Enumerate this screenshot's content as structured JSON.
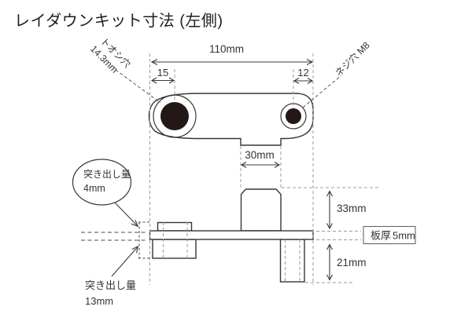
{
  "title": "レイダウンキット寸法 (左側)",
  "plan": {
    "total_width": "110mm",
    "left_edge_to_hole": "15",
    "hole_to_right_edge": "12",
    "tab_width": "30mm",
    "through_hole_label": "トオシ穴",
    "through_hole_dia": "14.3mm",
    "screw_hole_label": "ネジ穴  M8"
  },
  "side": {
    "block_height": "33mm",
    "bolt_length": "21mm",
    "plate_thickness_label": "板厚",
    "plate_thickness_value": "5mm",
    "protrusion_top_label": "突き出し量",
    "protrusion_top_value": "4mm",
    "protrusion_bottom_label": "突き出し量",
    "protrusion_bottom_value": "13mm"
  },
  "colors": {
    "line": "#3a3533",
    "hole_fill": "#231815",
    "construction": "#9b9b9b",
    "text": "#333333",
    "background": "#ffffff"
  }
}
